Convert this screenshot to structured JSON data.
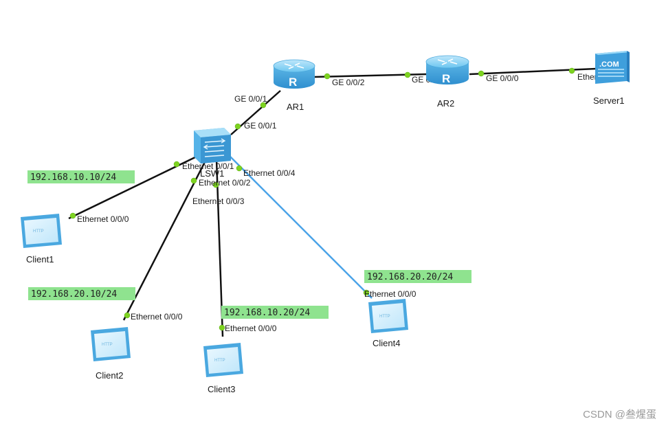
{
  "devices": {
    "ar1": {
      "name": "AR1",
      "icon": "router-icon"
    },
    "ar2": {
      "name": "AR2",
      "icon": "router-icon"
    },
    "server1": {
      "name": "Server1",
      "icon": "server-icon",
      "badge": ".COM"
    },
    "lsw1": {
      "name": "LSW1",
      "icon": "switch-icon"
    },
    "client1": {
      "name": "Client1",
      "icon": "http-client-icon",
      "badge": "HTTP"
    },
    "client2": {
      "name": "Client2",
      "icon": "http-client-icon",
      "badge": "HTTP"
    },
    "client3": {
      "name": "Client3",
      "icon": "http-client-icon",
      "badge": "HTTP"
    },
    "client4": {
      "name": "Client4",
      "icon": "http-client-icon",
      "badge": "HTTP"
    }
  },
  "ports": {
    "ar1_to_lsw1": "GE 0/0/1",
    "lsw1_to_ar1": "GE 0/0/1",
    "ar1_to_ar2": "GE 0/0/2",
    "ar2_to_ar1": "GE 0/0/1",
    "ar2_to_server": "GE 0/0/0",
    "server_port": "Ethernet 0/0/0",
    "lsw1_to_client1": "Ethernet 0/0/1",
    "lsw1_to_client2": "Ethernet 0/0/2",
    "lsw1_to_client3": "Ethernet 0/0/3",
    "lsw1_to_client4": "Ethernet 0/0/4",
    "client1_port": "Ethernet 0/0/0",
    "client2_port": "Ethernet 0/0/0",
    "client3_port": "Ethernet 0/0/0",
    "client4_port": "Ethernet 0/0/0"
  },
  "ip_labels": {
    "client1": "192.168.10.10/24",
    "client2": "192.168.20.10/24",
    "client3": "192.168.10.20/24",
    "client4": "192.168.20.20/24"
  },
  "colors": {
    "link_default": "#111111",
    "link_highlight": "#4aa3e8",
    "port_dot": "#7ed321",
    "ip_highlight": "#8fe38f",
    "device_blue": "#5bb8ec"
  },
  "watermark": "CSDN @叁煋蛋"
}
